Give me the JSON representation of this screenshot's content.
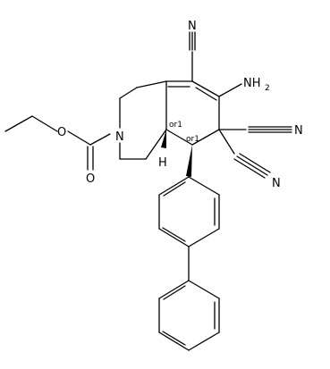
{
  "molecule": {
    "labels": {
      "cn_top": "N",
      "amine": "NH",
      "amine_sub": "2",
      "cn_right_a": "N",
      "cn_right_b": "N",
      "ester_o1": "O",
      "ester_o2": "O",
      "ring_n": "N",
      "h_stereo": "H",
      "or1_a": "or1",
      "or1_b": "or1"
    }
  }
}
